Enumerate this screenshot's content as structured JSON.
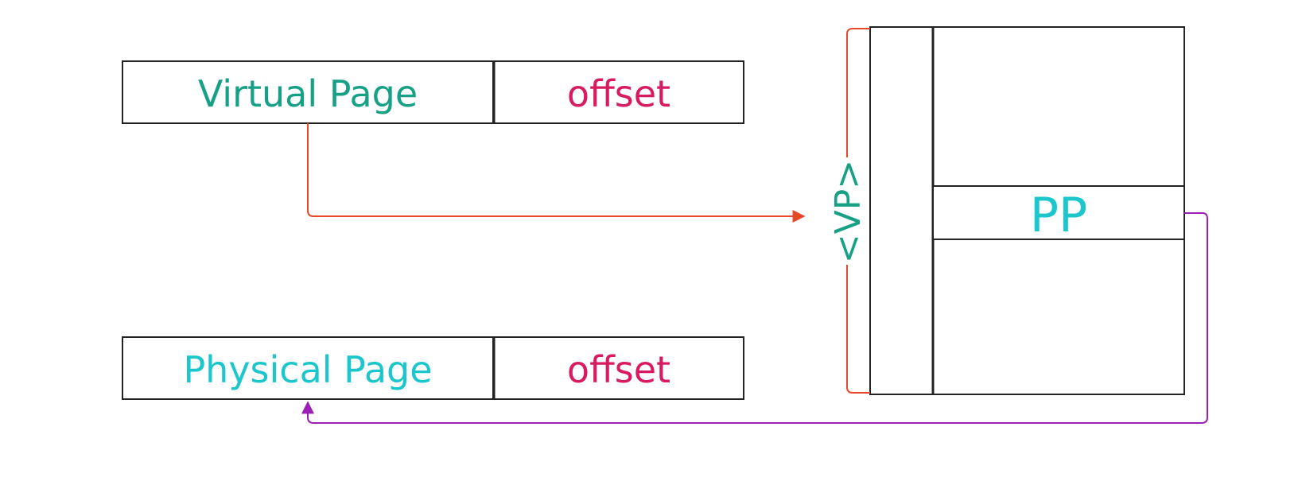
{
  "virtual_address": {
    "page_label": "Virtual Page",
    "offset_label": "offset"
  },
  "physical_address": {
    "page_label": "Physical Page",
    "offset_label": "offset"
  },
  "page_table": {
    "index_label": "<VP>",
    "entry_label": "PP"
  },
  "colors": {
    "virtual_text": "#16a085",
    "physical_text": "#1bc6cc",
    "offset_text": "#d81b60",
    "lookup_arrow": "#e8482a",
    "result_arrow": "#9b1fb5",
    "box_stroke": "#222222"
  }
}
